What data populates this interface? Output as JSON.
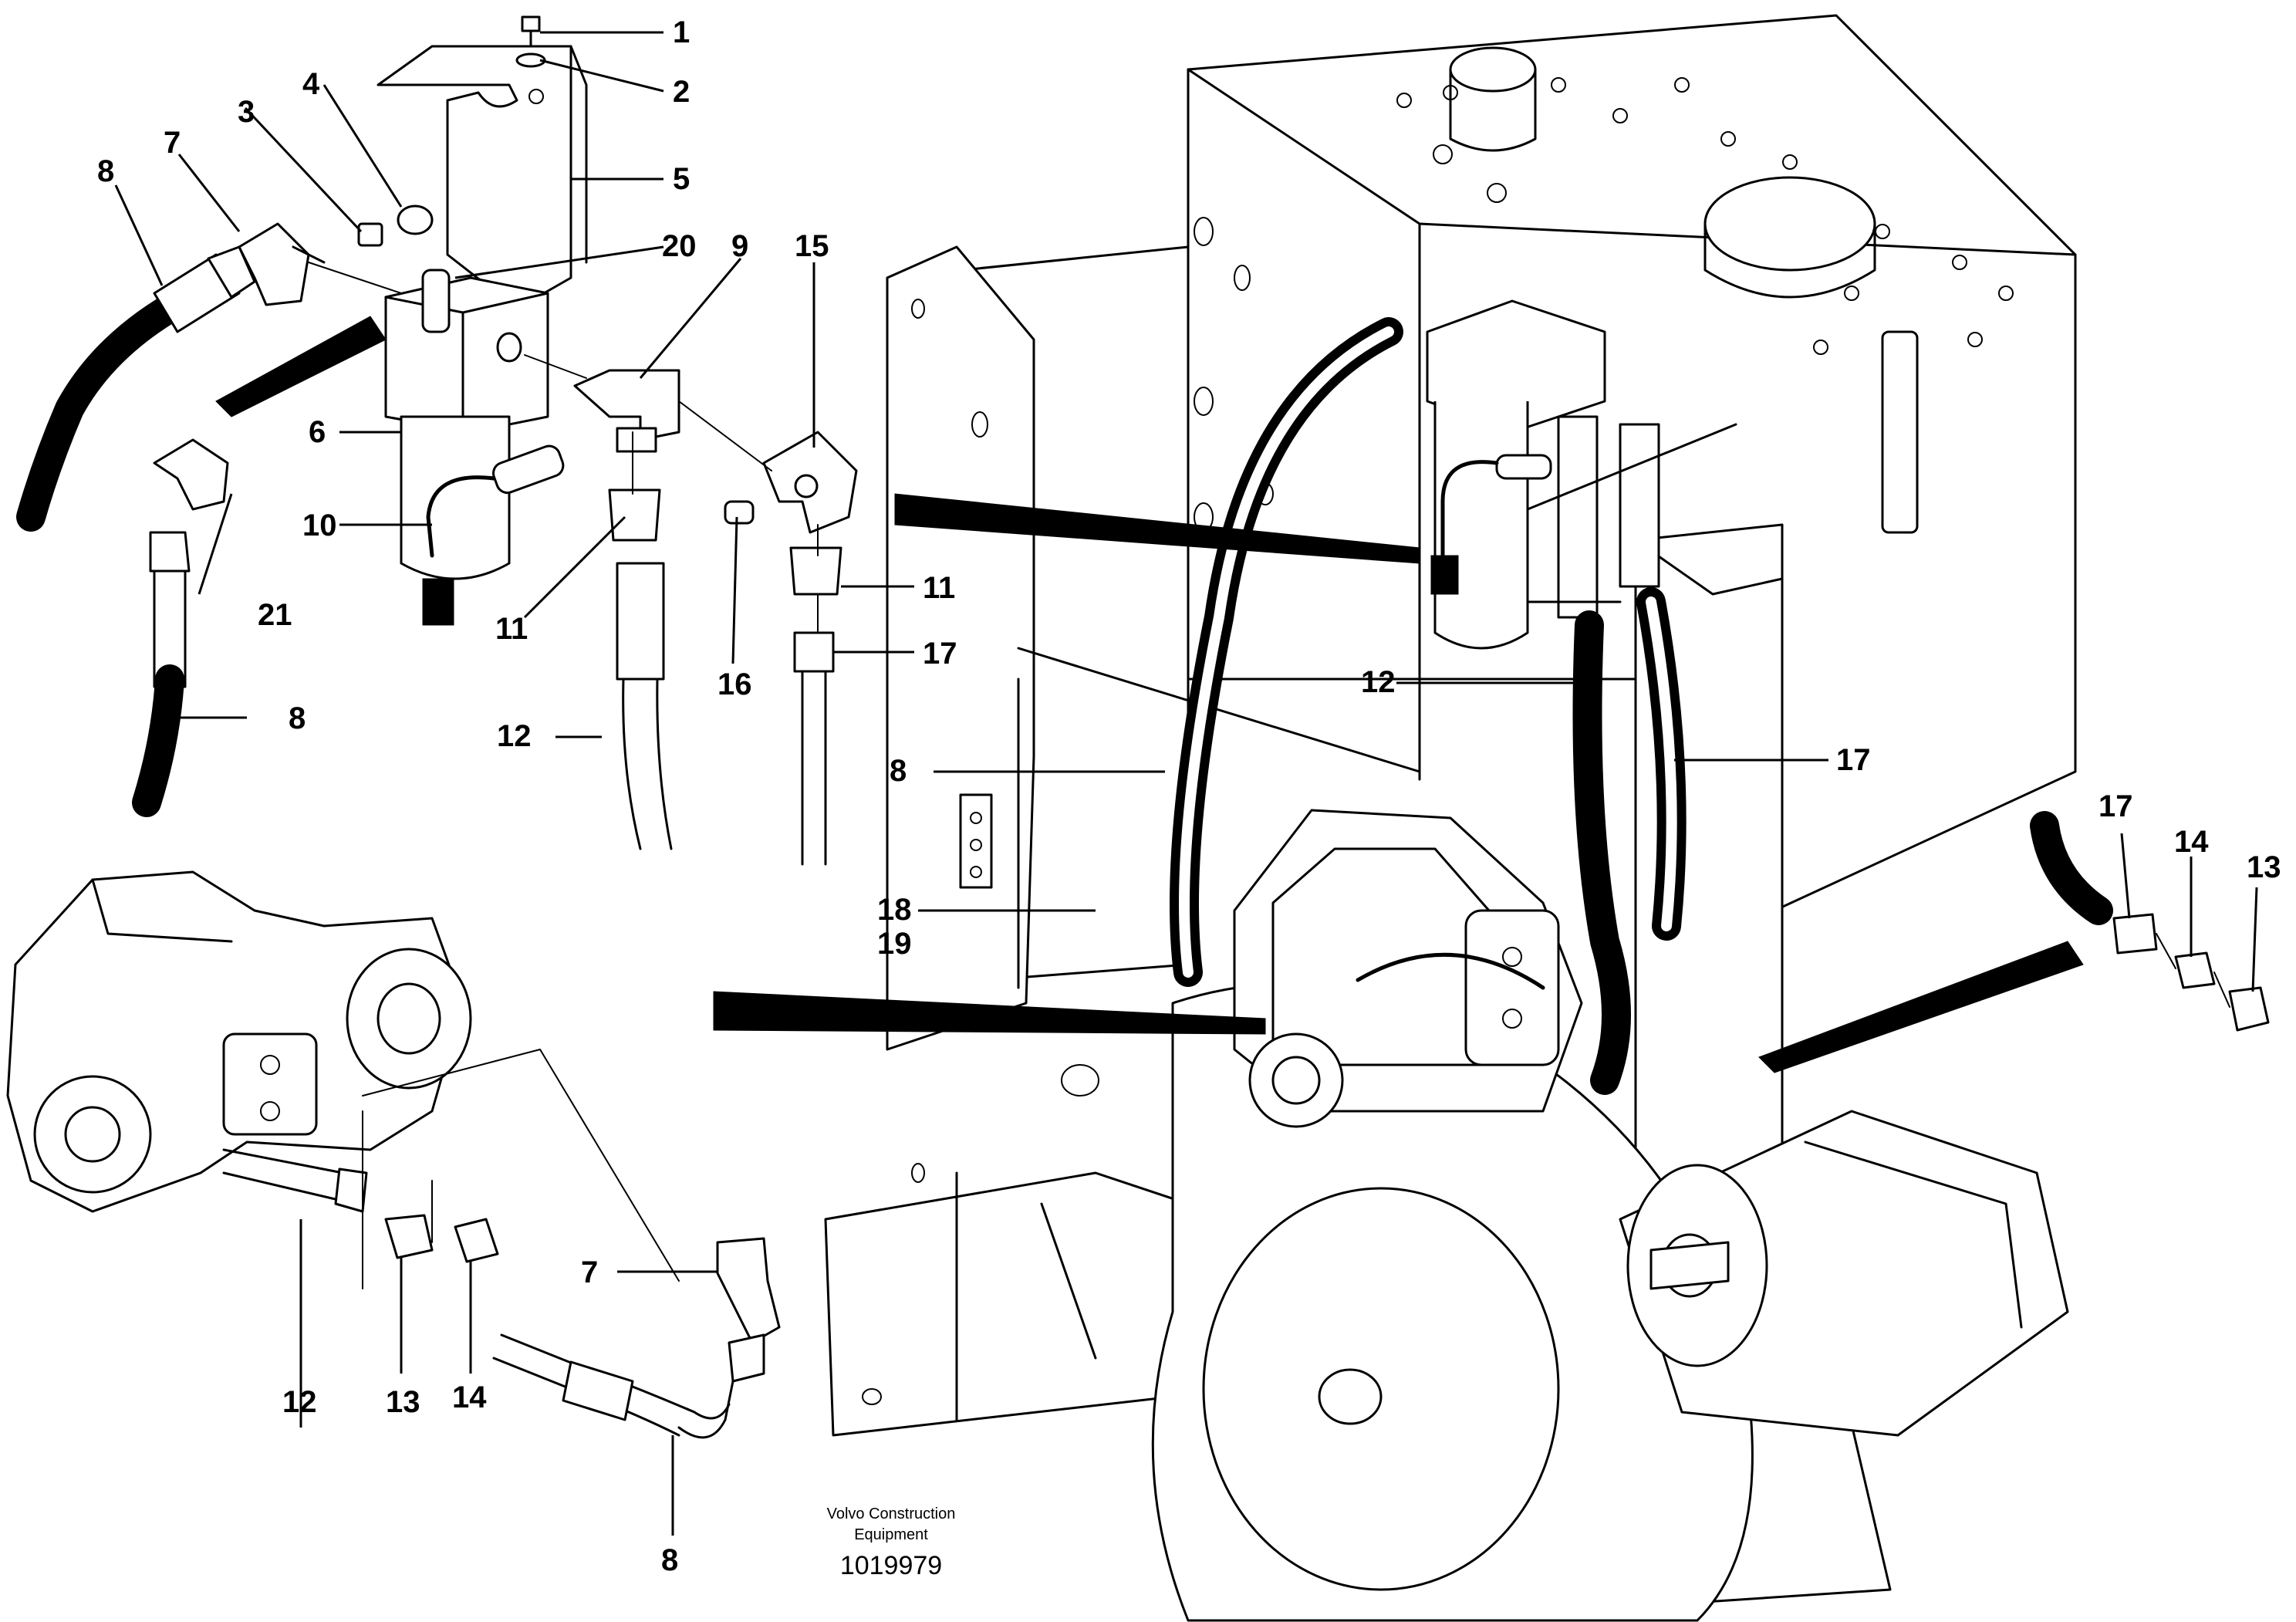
{
  "callouts": {
    "c1": "1",
    "c2": "2",
    "c3": "3",
    "c4": "4",
    "c5": "5",
    "c6": "6",
    "c7a": "7",
    "c7b": "7",
    "c8a": "8",
    "c8b": "8",
    "c8c": "8",
    "c8d": "8",
    "c9": "9",
    "c10": "10",
    "c11a": "11",
    "c11b": "11",
    "c12a": "12",
    "c12b": "12",
    "c12c": "12",
    "c13a": "13",
    "c13b": "13",
    "c14a": "14",
    "c14b": "14",
    "c15": "15",
    "c16": "16",
    "c17a": "17",
    "c17b": "17",
    "c17c": "17",
    "c18": "18",
    "c19": "19",
    "c20": "20",
    "c21": "21"
  },
  "footer": {
    "credit_line1": "Volvo Construction",
    "credit_line2": "Equipment",
    "part_number": "1019979"
  }
}
